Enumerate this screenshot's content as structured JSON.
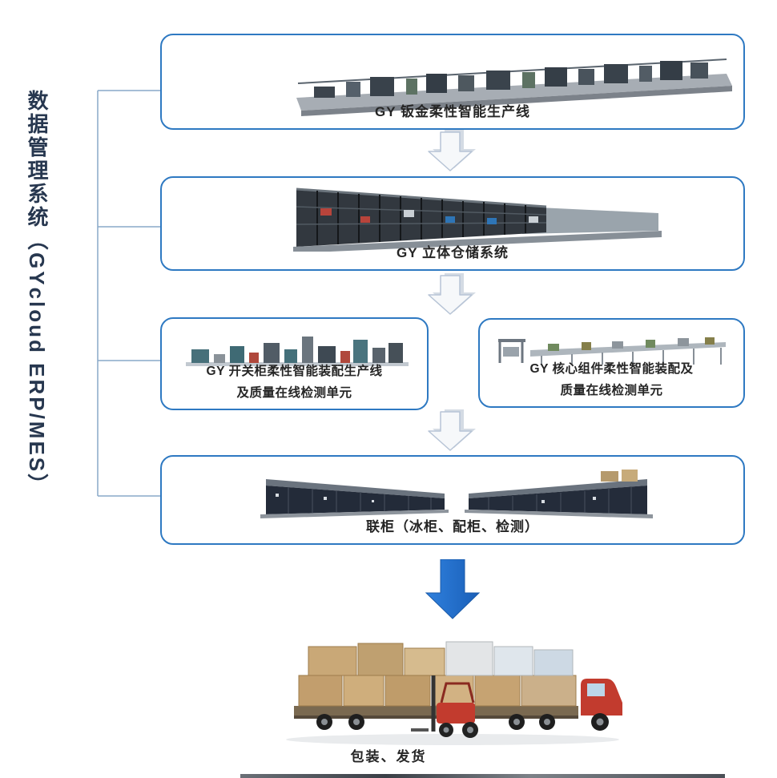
{
  "title": {
    "vertical_text": "数据管理系统（GYcloud ERP/MES）"
  },
  "flow": {
    "box_sheet_metal": {
      "label": "GY 钣金柔性智能生产线"
    },
    "box_warehouse": {
      "label": "GY 立体仓储系统"
    },
    "box_switchgear": {
      "line1": "GY 开关柜柔性智能装配生产线",
      "line2": "及质量在线检测单元"
    },
    "box_core_components": {
      "line1": "GY 核心组件柔性智能装配及",
      "line2": "质量在线检测单元"
    },
    "box_cabinets": {
      "label": "联柜（冰柜、配柜、检测）"
    },
    "packing_label": "包装、发货"
  },
  "colors": {
    "box_border": "#2e79c2",
    "connector_line": "#89a9c9",
    "hollow_arrow_fill": "#f6f8fa",
    "solid_arrow_blue": "#1f6ecb",
    "title_text": "#27374f",
    "label_text": "#252525"
  }
}
